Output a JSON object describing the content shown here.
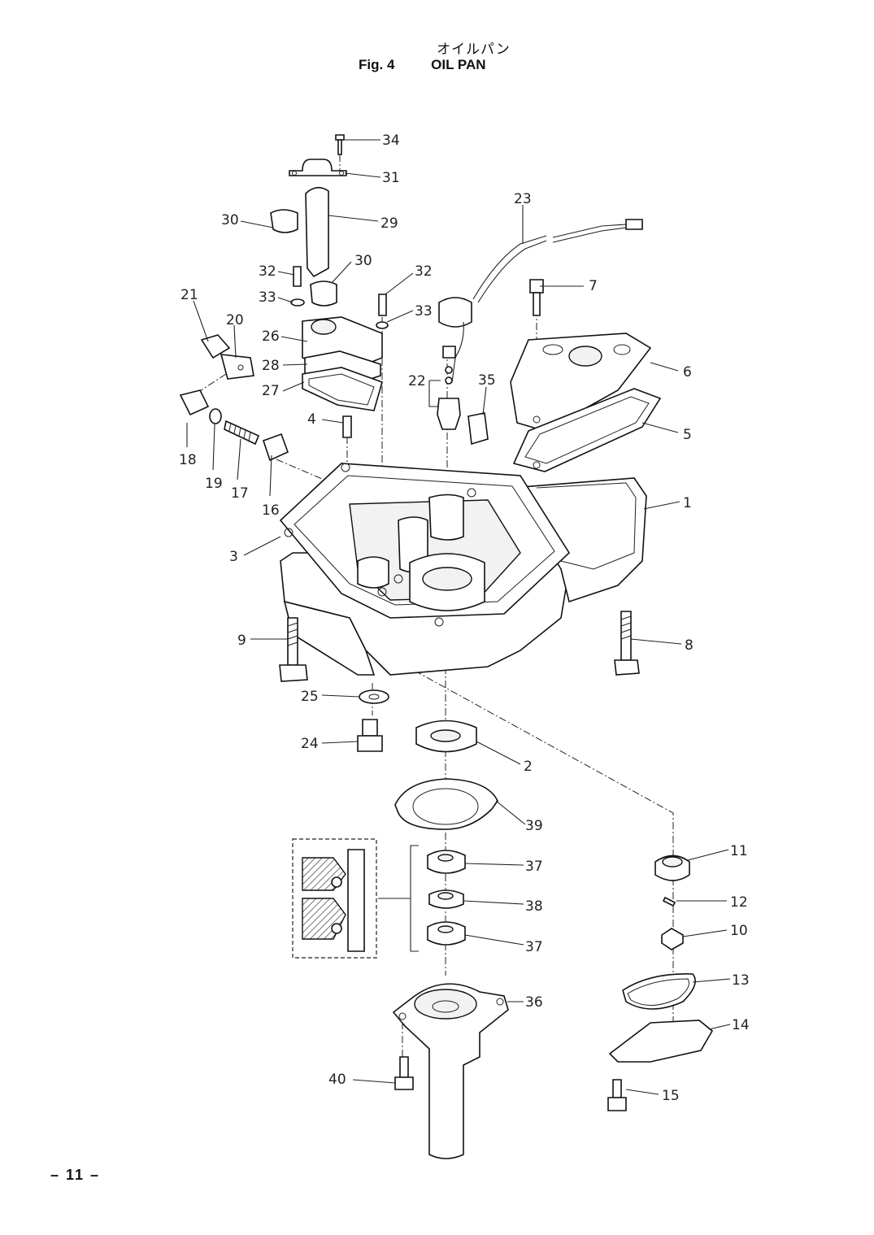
{
  "header": {
    "title_jp": "オイルパン",
    "fig_label": "Fig. 4",
    "fig_title": "OIL PAN"
  },
  "page_number": "– 11 –",
  "callouts": [
    {
      "id": "34",
      "label": "34"
    },
    {
      "id": "31",
      "label": "31"
    },
    {
      "id": "30a",
      "label": "30"
    },
    {
      "id": "29",
      "label": "29"
    },
    {
      "id": "30b",
      "label": "30"
    },
    {
      "id": "32a",
      "label": "32"
    },
    {
      "id": "33a",
      "label": "33"
    },
    {
      "id": "32b",
      "label": "32"
    },
    {
      "id": "33b",
      "label": "33"
    },
    {
      "id": "21",
      "label": "21"
    },
    {
      "id": "20",
      "label": "20"
    },
    {
      "id": "26",
      "label": "26"
    },
    {
      "id": "28",
      "label": "28"
    },
    {
      "id": "27",
      "label": "27"
    },
    {
      "id": "23",
      "label": "23"
    },
    {
      "id": "7",
      "label": "7"
    },
    {
      "id": "6",
      "label": "6"
    },
    {
      "id": "5",
      "label": "5"
    },
    {
      "id": "22",
      "label": "22"
    },
    {
      "id": "35",
      "label": "35"
    },
    {
      "id": "4",
      "label": "4"
    },
    {
      "id": "18",
      "label": "18"
    },
    {
      "id": "19",
      "label": "19"
    },
    {
      "id": "17",
      "label": "17"
    },
    {
      "id": "16",
      "label": "16"
    },
    {
      "id": "1",
      "label": "1"
    },
    {
      "id": "3",
      "label": "3"
    },
    {
      "id": "9",
      "label": "9"
    },
    {
      "id": "8",
      "label": "8"
    },
    {
      "id": "25",
      "label": "25"
    },
    {
      "id": "24",
      "label": "24"
    },
    {
      "id": "2",
      "label": "2"
    },
    {
      "id": "39",
      "label": "39"
    },
    {
      "id": "37a",
      "label": "37"
    },
    {
      "id": "38",
      "label": "38"
    },
    {
      "id": "37b",
      "label": "37"
    },
    {
      "id": "11",
      "label": "11"
    },
    {
      "id": "12",
      "label": "12"
    },
    {
      "id": "10",
      "label": "10"
    },
    {
      "id": "13",
      "label": "13"
    },
    {
      "id": "14",
      "label": "14"
    },
    {
      "id": "36",
      "label": "36"
    },
    {
      "id": "40",
      "label": "40"
    },
    {
      "id": "15",
      "label": "15"
    }
  ]
}
